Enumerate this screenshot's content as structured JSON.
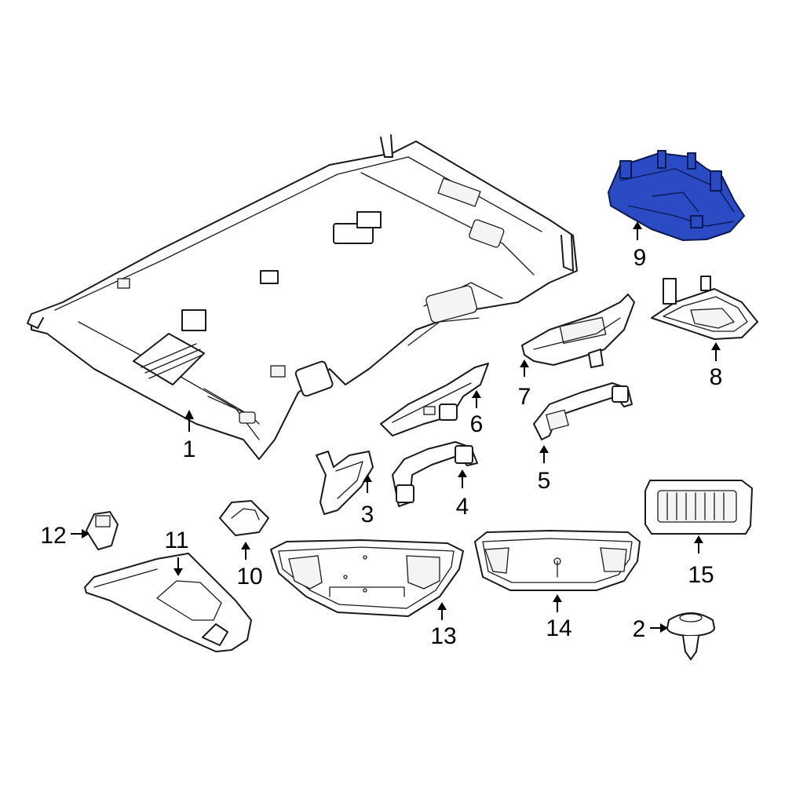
{
  "highlight_color": "#2a4bc4",
  "callouts": [
    {
      "id": "1",
      "label": "1"
    },
    {
      "id": "2",
      "label": "2"
    },
    {
      "id": "3",
      "label": "3"
    },
    {
      "id": "4",
      "label": "4"
    },
    {
      "id": "5",
      "label": "5"
    },
    {
      "id": "6",
      "label": "6"
    },
    {
      "id": "7",
      "label": "7"
    },
    {
      "id": "8",
      "label": "8"
    },
    {
      "id": "9",
      "label": "9",
      "highlighted": true
    },
    {
      "id": "10",
      "label": "10"
    },
    {
      "id": "11",
      "label": "11"
    },
    {
      "id": "12",
      "label": "12"
    },
    {
      "id": "13",
      "label": "13"
    },
    {
      "id": "14",
      "label": "14"
    },
    {
      "id": "15",
      "label": "15"
    }
  ]
}
